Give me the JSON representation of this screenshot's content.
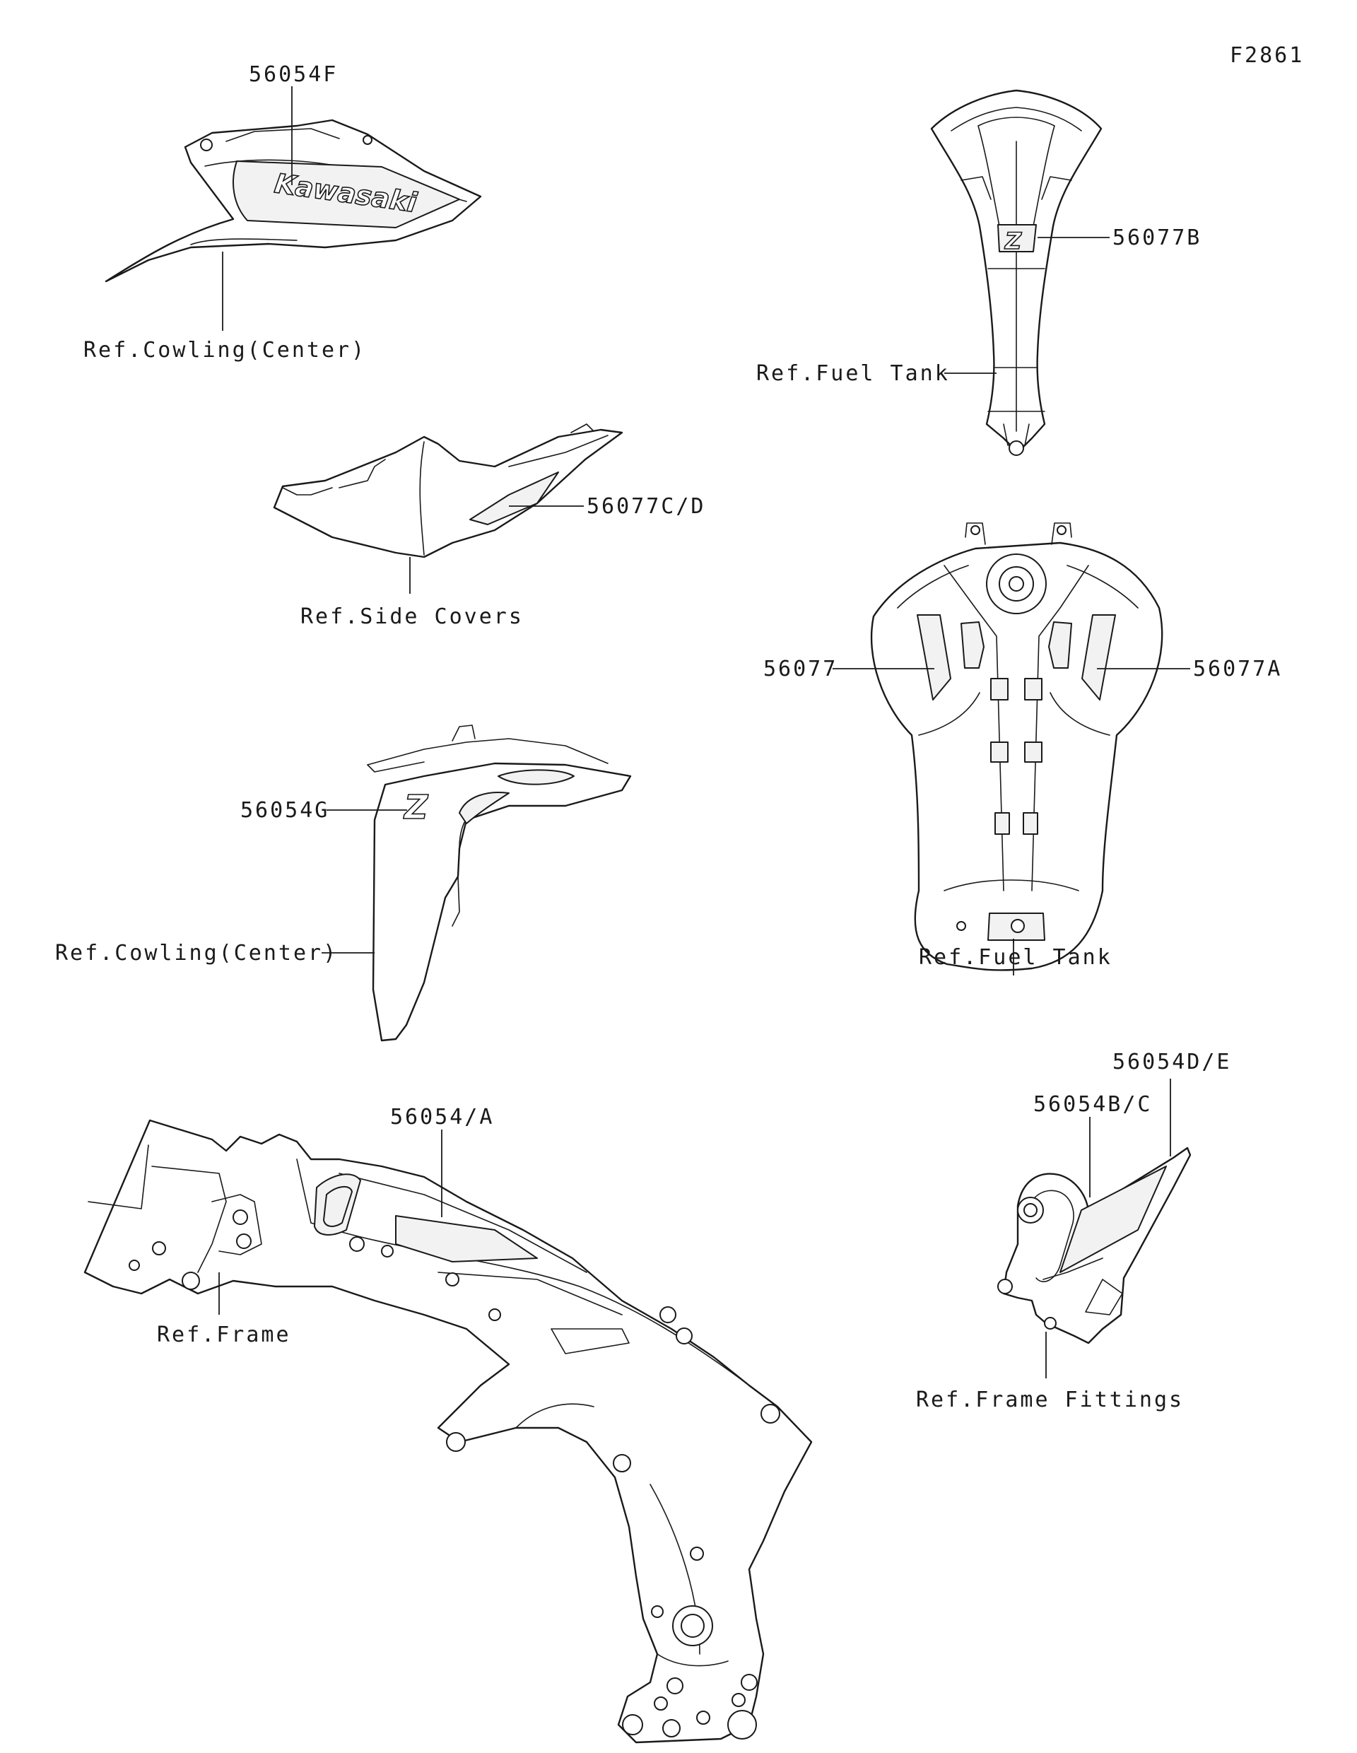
{
  "figure_id": "F2861",
  "logo_text": "Kawasaki",
  "logo_z": "Z",
  "labels": {
    "p56054F": "56054F",
    "ref_cowling_center_1": "Ref.Cowling(Center)",
    "p56077CD": "56077C/D",
    "ref_side_covers": "Ref.Side Covers",
    "p56054G": "56054G",
    "ref_cowling_center_2": "Ref.Cowling(Center)",
    "p56054A": "56054/A",
    "ref_frame": "Ref.Frame",
    "p56077B": "56077B",
    "ref_fuel_tank_1": "Ref.Fuel Tank",
    "p56077": "56077",
    "p56077A": "56077A",
    "ref_fuel_tank_2": "Ref.Fuel Tank",
    "p56054DE": "56054D/E",
    "p56054BC": "56054B/C",
    "ref_frame_fittings": "Ref.Frame Fittings"
  }
}
